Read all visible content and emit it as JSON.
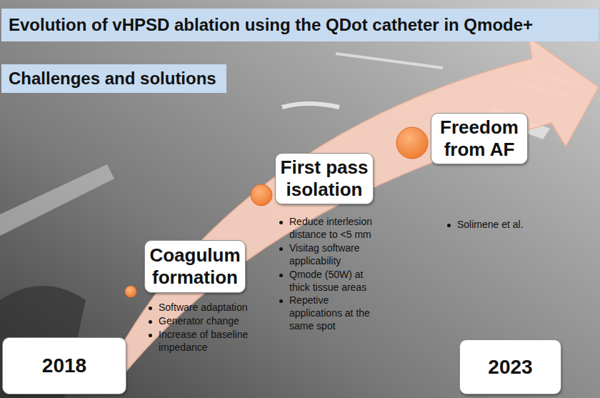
{
  "diagram": {
    "title": "Evolution of vHPSD ablation using the QDot catheter in Qmode+",
    "nodes": [
      {
        "text": [
          "Challenges and solutions"
        ]
      },
      {
        "text": [
          "2018"
        ]
      },
      {
        "text": [
          "Coagulum formation"
        ]
      },
      {
        "text": [
          "First pass isolation"
        ]
      },
      {
        "text": [
          "Freedom from AF"
        ]
      },
      {
        "text": [
          "2023"
        ]
      }
    ],
    "labels": [
      "Software adaptation",
      "Generator change",
      "Increase of baseline impedance",
      "Reduce interlesion distance to <5 mm",
      "Visitag software applicability",
      "Qmode (50W) at thick tissue areas",
      "Repetive applications at the same spot",
      "Solimene et al."
    ]
  }
}
